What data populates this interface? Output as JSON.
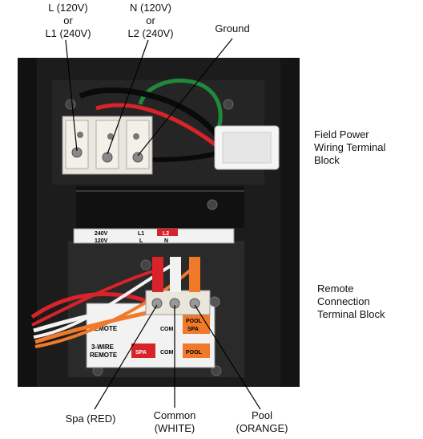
{
  "labels": {
    "l_line1": "L (120V)",
    "l_line2": "or",
    "l_line3": "L1 (240V)",
    "n_line1": "N (120V)",
    "n_line2": "or",
    "n_line3": "L2 (240V)",
    "ground": "Ground",
    "field_line1": "Field Power",
    "field_line2": "Wiring Terminal",
    "field_line3": "Block",
    "remote_line1": "Remote",
    "remote_line2": "Connection",
    "remote_line3": "Terminal Block",
    "spa": "Spa (RED)",
    "common_line1": "Common",
    "common_line2": "(WHITE)",
    "pool_line1": "Pool",
    "pool_line2": "(ORANGE)"
  },
  "panel": {
    "v240": "240V",
    "v120": "120V",
    "l1": "L1",
    "l2": "L2",
    "l": "L",
    "n": "N",
    "remote": "REMOTE",
    "com": "COM",
    "pool_spa_1": "POOL",
    "pool_spa_2": "SPA",
    "three_wire_1": "3-WIRE",
    "three_wire_2": "REMOTE",
    "spa": "SPA",
    "com2": "COM",
    "pool": "POOL"
  },
  "colors": {
    "enclosure": "#1c1c1c",
    "wire_red": "#d9232a",
    "wire_orange": "#f07a2a",
    "wire_white": "#f2f2f2",
    "wire_green": "#1f8a3a",
    "spa_box": "#d9232a",
    "pool_box": "#f07a2a"
  }
}
